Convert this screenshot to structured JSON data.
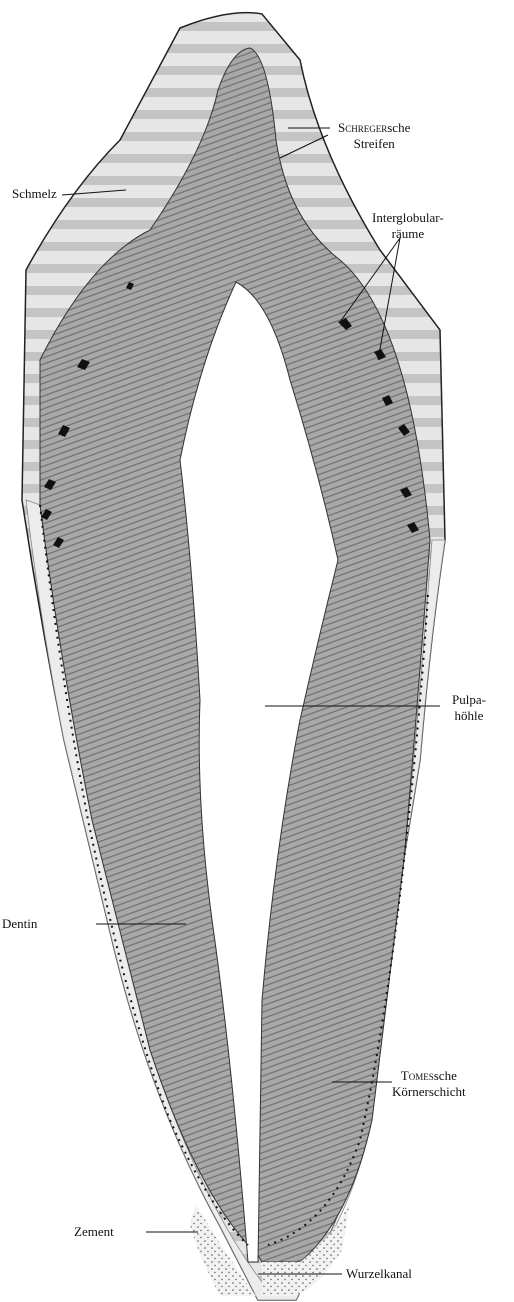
{
  "labels": {
    "schreger_1": "Schreger",
    "schreger_2": "sche",
    "schreger_3": "Streifen",
    "schmelz": "Schmelz",
    "interglobular_1": "Interglobular-",
    "interglobular_2": "räume",
    "pulpa_1": "Pulpa-",
    "pulpa_2": "höhle",
    "dentin": "Dentin",
    "tomes_1": "Tomes",
    "tomes_2": "sche",
    "tomes_3": "Körnerschicht",
    "zement": "Zement",
    "wurzelkanal": "Wurzelkanal"
  },
  "colors": {
    "enamel": "#dcdcdc",
    "dentin": "#9a9a9a",
    "cement": "#eeeeee",
    "outline": "#222222"
  }
}
